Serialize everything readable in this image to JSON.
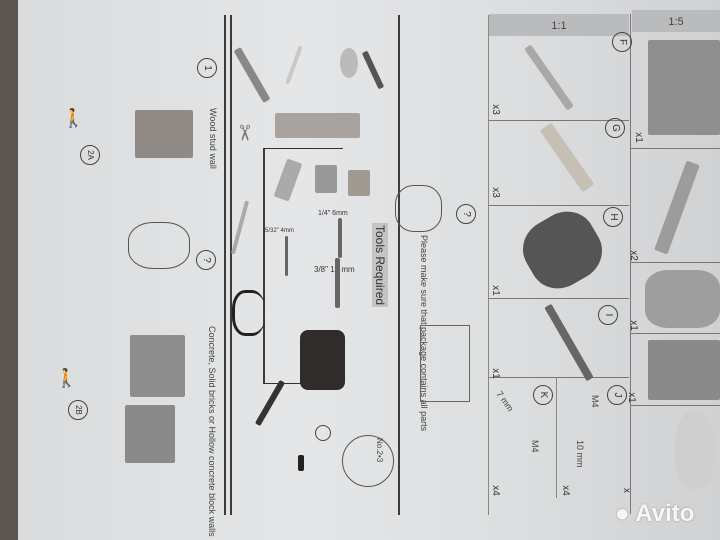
{
  "step1": {
    "number": "1",
    "wood_label": "Wood stud wall",
    "concrete_label": "Concrete, Solid bricks or Hollow concrete block walls",
    "badge_wood": "2A",
    "badge_concrete": "2B",
    "question_mark": "?"
  },
  "tools": {
    "title": "Tools Required",
    "drill_bits": [
      {
        "inch": "5/32\"",
        "mm": "4mm"
      },
      {
        "inch": "1/4\"",
        "mm": "6mm"
      },
      {
        "inch": "3/8\"",
        "mm": "10 mm"
      }
    ],
    "screwdriver_label": "No.2•3",
    "check_text": "Please make sure that package contains all parts",
    "question_mark": "?"
  },
  "parts_1_1": {
    "scale": "1:1",
    "items": [
      {
        "letter": "F",
        "qty": "x3"
      },
      {
        "letter": "G",
        "qty": "x3"
      },
      {
        "letter": "H",
        "qty": "x1"
      },
      {
        "letter": "I",
        "qty": "x1"
      },
      {
        "letter": "K",
        "qty": "x4",
        "notes": [
          "7 mm",
          "M4"
        ]
      },
      {
        "letter": "J",
        "qty": "x4",
        "notes": [
          "M4",
          "10 mm"
        ]
      }
    ]
  },
  "parts_1_5": {
    "scale": "1:5",
    "qtys": [
      "x1",
      "x2",
      "x1",
      "x1",
      "x"
    ]
  },
  "watermark": "Avito"
}
